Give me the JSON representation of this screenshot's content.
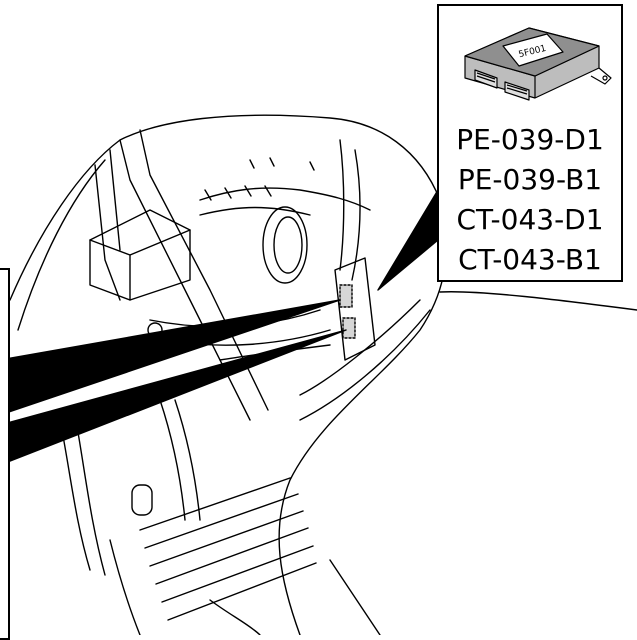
{
  "module": {
    "label": "5F001",
    "icon": "control-module-icon"
  },
  "connector_codes": [
    "PE-039-D1",
    "PE-039-B1",
    "CT-043-D1",
    "CT-043-B1"
  ],
  "colors": {
    "line": "#000000",
    "background": "#ffffff",
    "connector_fill": "#d6d6d6"
  }
}
